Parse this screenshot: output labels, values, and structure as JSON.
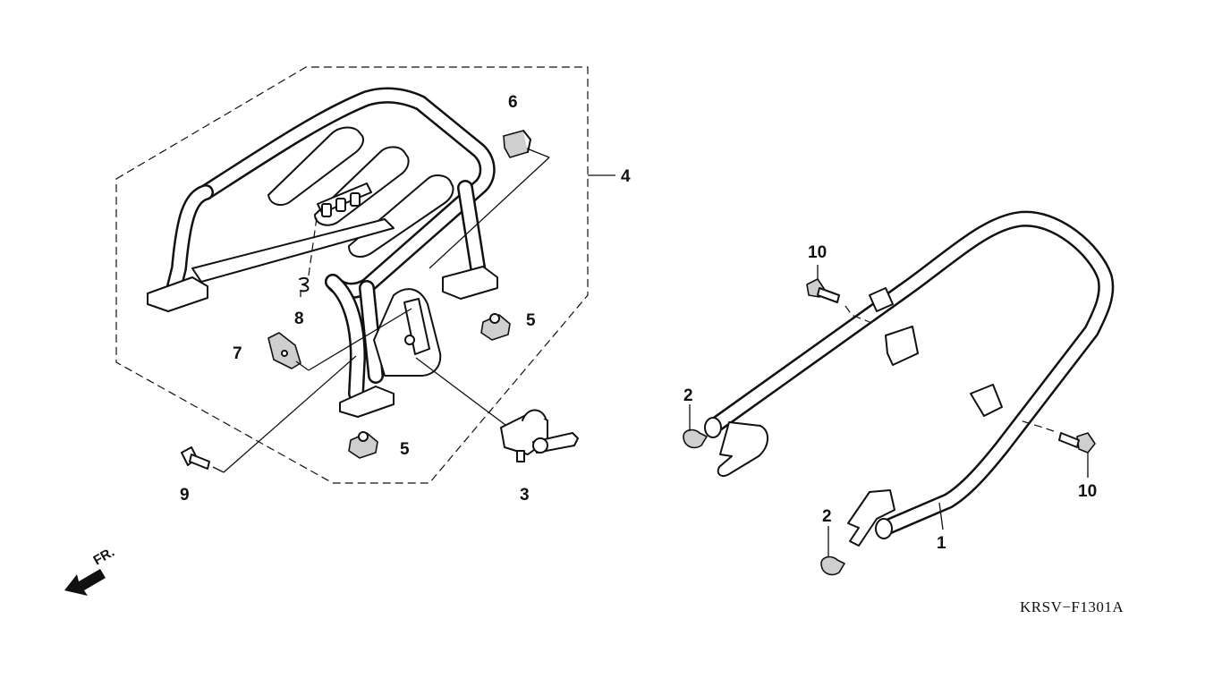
{
  "diagram": {
    "callouts": [
      {
        "id": "c1",
        "label": "1"
      },
      {
        "id": "c2a",
        "label": "2"
      },
      {
        "id": "c2b",
        "label": "2"
      },
      {
        "id": "c3",
        "label": "3"
      },
      {
        "id": "c4",
        "label": "4"
      },
      {
        "id": "c5a",
        "label": "5"
      },
      {
        "id": "c5b",
        "label": "5"
      },
      {
        "id": "c6",
        "label": "6"
      },
      {
        "id": "c7",
        "label": "7"
      },
      {
        "id": "c8",
        "label": "8"
      },
      {
        "id": "c9",
        "label": "9"
      },
      {
        "id": "c10a",
        "label": "10"
      },
      {
        "id": "c10b",
        "label": "10"
      }
    ],
    "direction_label": "FR.",
    "drawing_code": "KRSV−F1301A"
  }
}
